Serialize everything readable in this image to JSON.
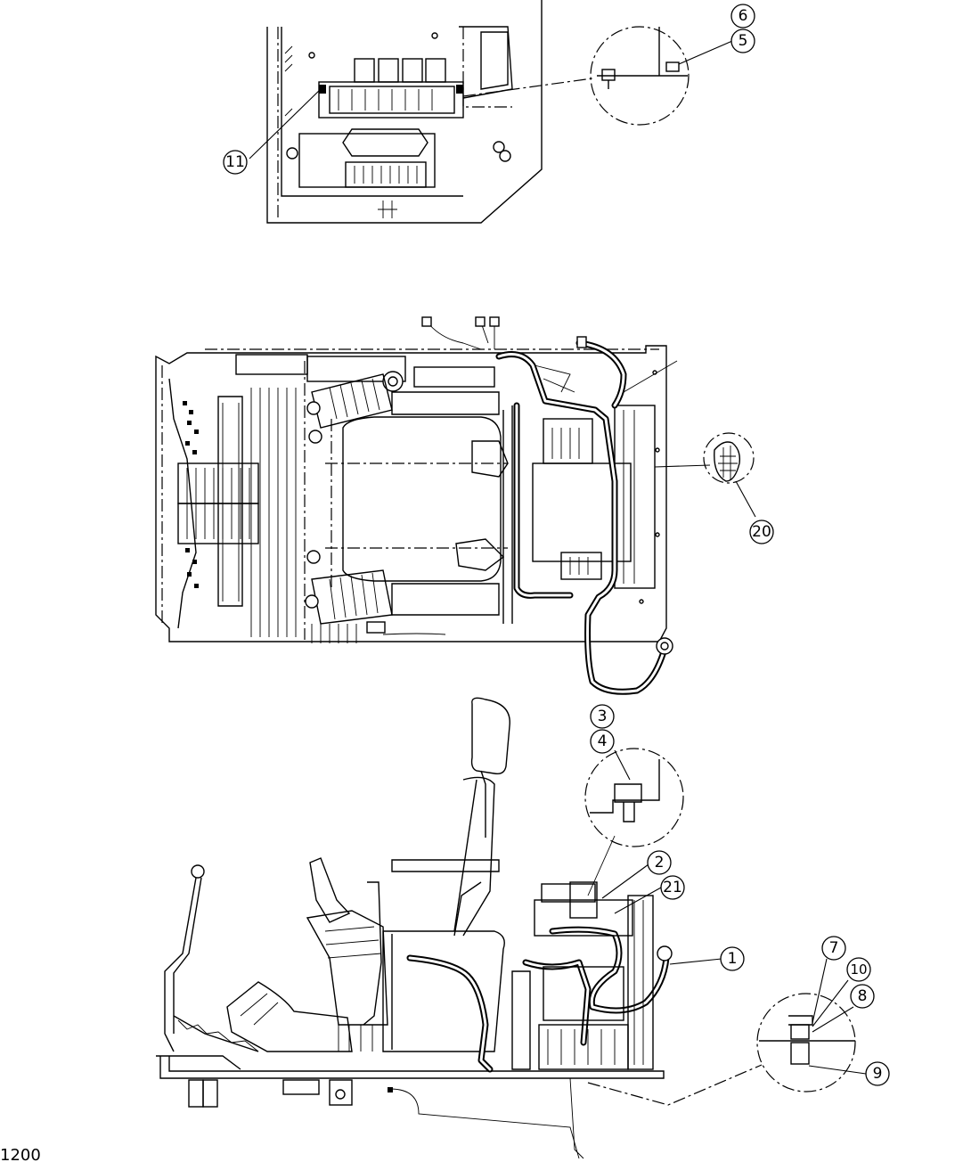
{
  "callouts": {
    "c1": "1",
    "c2": "2",
    "c3": "3",
    "c4": "4",
    "c5": "5",
    "c6": "6",
    "c7": "7",
    "c8": "8",
    "c9": "9",
    "c10": "10",
    "c11": "11",
    "c20": "20",
    "c21": "21"
  },
  "figure_code": "1200"
}
